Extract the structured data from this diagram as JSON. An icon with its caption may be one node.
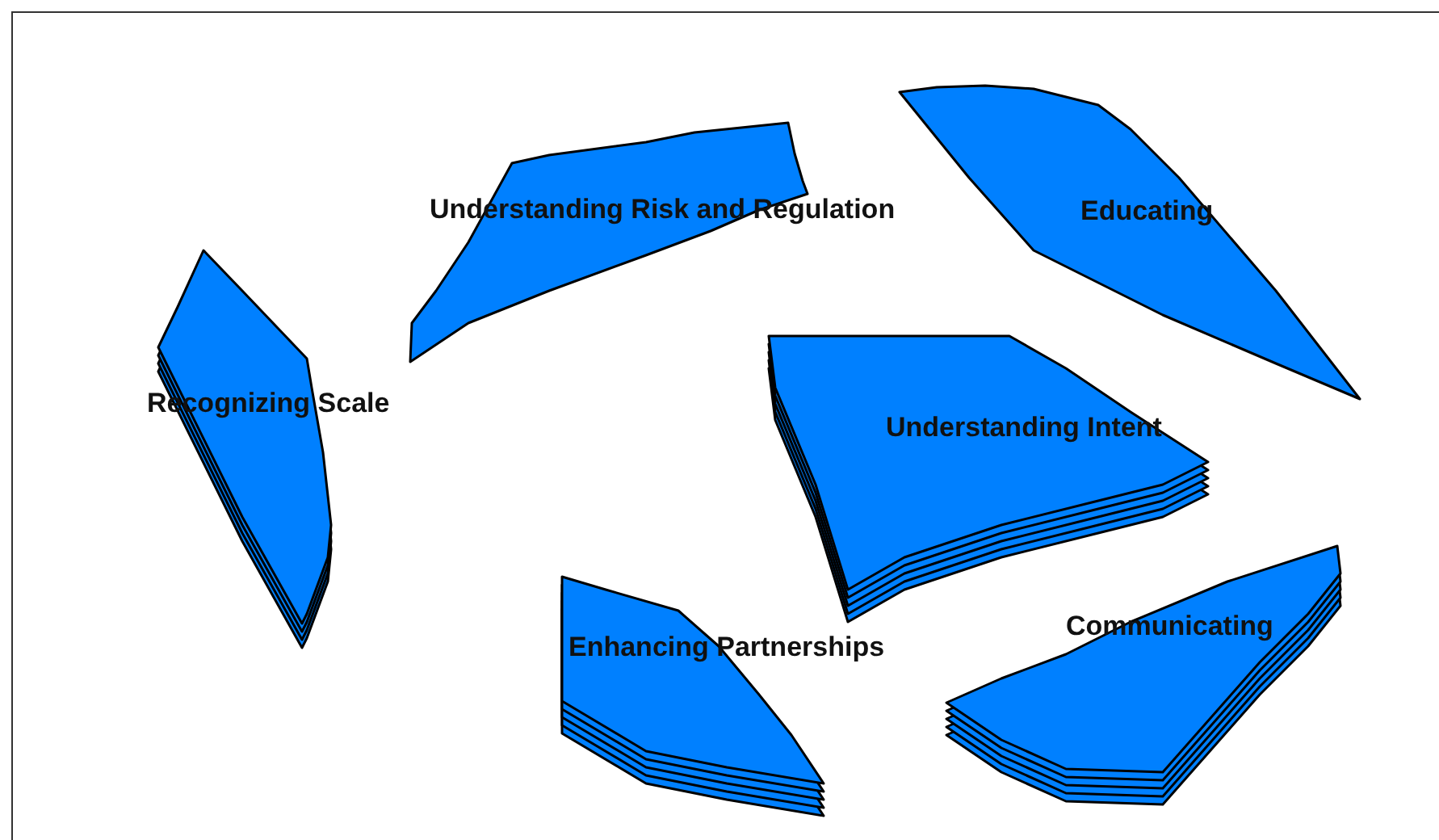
{
  "diagram": {
    "nodes": [
      {
        "text": [
          "Understanding Risk and Regulation"
        ]
      },
      {
        "text": [
          "Educating"
        ]
      },
      {
        "text": [
          "Recognizing Scale"
        ]
      },
      {
        "text": [
          "Understanding Intent"
        ]
      },
      {
        "text": [
          "Enhancing Partnerships"
        ]
      },
      {
        "text": [
          "Communicating"
        ]
      }
    ]
  }
}
